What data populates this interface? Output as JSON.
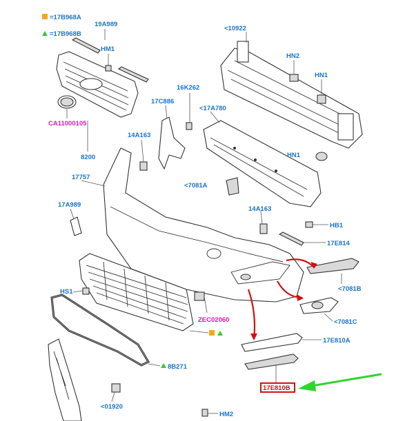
{
  "legend": {
    "square_code": "=17B968A",
    "triangle_code": "=17B968B"
  },
  "colors": {
    "label_blue": "#1a73c9",
    "label_magenta": "#d81bb0",
    "highlight_red": "#d31010",
    "pointer_green": "#2fd42f",
    "marker_orange": "#f5a623",
    "marker_green": "#3cc43c"
  },
  "labels": {
    "p19A989": "19A989",
    "hm1_top": "HM1",
    "ca11000105": "CA11000105",
    "p8200": "8200",
    "p10922": "<10922",
    "hn2": "HN2",
    "hn1_top": "HN1",
    "hn1_mid": "HN1",
    "p16K262": "16K262",
    "p17C886": "17C886",
    "p17A780": "<17A780",
    "p14A163_left": "14A163",
    "p17757": "17757",
    "p17A989": "17A989",
    "p7081A": "<7081A",
    "p14A163_mid": "14A163",
    "hb1": "HB1",
    "p17E814": "17E814",
    "p7081B": "<7081B",
    "p7081C": "<7081C",
    "hs1": "HS1",
    "zec02060": "ZEC02060",
    "p17E810A": "17E810A",
    "p8B271": "8B271",
    "p17E810B": "17E810B",
    "p01920": "<01920",
    "hm2": "HM2"
  },
  "icons": [
    "square-marker-icon",
    "triangle-marker-icon",
    "red-arrow-icon",
    "green-arrow-icon"
  ]
}
